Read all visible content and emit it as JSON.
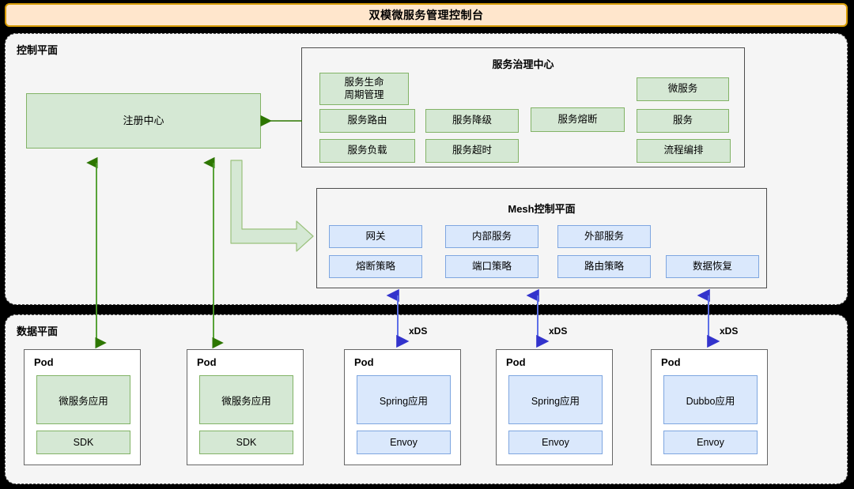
{
  "title_bar": {
    "title": "双模微服务管理控制台"
  },
  "colors": {
    "title_fill": "#ffe6cc",
    "title_stroke": "#d79b00",
    "green_fill": "#d5e8d4",
    "green_stroke": "#82b366",
    "blue_fill": "#dae8fc",
    "blue_stroke": "#7ea6e0",
    "panel_fill": "#f5f5f5",
    "panel_stroke": "#4d4d4d",
    "green_arrow": "#2d7600",
    "blue_arrow": "#3333cc",
    "page_background": "#000000"
  },
  "control_plane": {
    "label": "控制平面",
    "registry": {
      "label": "注册中心"
    },
    "governance": {
      "title": "服务治理中心",
      "items": [
        {
          "label": "服务生命\n周期管理"
        },
        {
          "label": "微服务"
        },
        {
          "label": "服务路由"
        },
        {
          "label": "服务降级"
        },
        {
          "label": "服务熔断"
        },
        {
          "label": "服务"
        },
        {
          "label": "服务负载"
        },
        {
          "label": "服务超时"
        },
        {
          "label": "流程编排"
        }
      ]
    },
    "mesh": {
      "title": "Mesh控制平面",
      "items": [
        {
          "label": "网关"
        },
        {
          "label": "内部服务"
        },
        {
          "label": "外部服务"
        },
        {
          "label": "熔断策略"
        },
        {
          "label": "端口策略"
        },
        {
          "label": "路由策略"
        },
        {
          "label": "数据恢复"
        }
      ]
    }
  },
  "data_plane": {
    "label": "数据平面",
    "pods": [
      {
        "name": "Pod",
        "app": "微服务应用",
        "sidecar": "SDK",
        "style": "green"
      },
      {
        "name": "Pod",
        "app": "微服务应用",
        "sidecar": "SDK",
        "style": "green"
      },
      {
        "name": "Pod",
        "app": "Spring应用",
        "sidecar": "Envoy",
        "style": "blue"
      },
      {
        "name": "Pod",
        "app": "Spring应用",
        "sidecar": "Envoy",
        "style": "blue"
      },
      {
        "name": "Pod",
        "app": "Dubbo应用",
        "sidecar": "Envoy",
        "style": "blue"
      }
    ]
  },
  "connections": {
    "xds_labels": [
      "xDS",
      "xDS",
      "xDS"
    ]
  }
}
